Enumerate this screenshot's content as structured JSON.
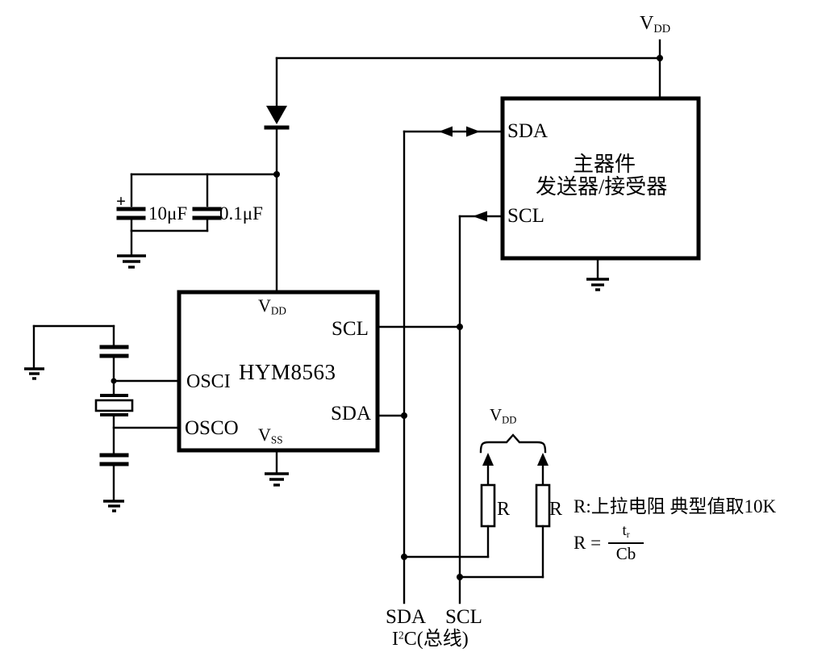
{
  "colors": {
    "line": "#000000",
    "background": "#ffffff"
  },
  "power_rail": {
    "vdd_master": {
      "base": "V",
      "sub": "DD"
    }
  },
  "master_box": {
    "title_line1": "主器件",
    "title_line2": "发送器/接受器",
    "pin_sda": "SDA",
    "pin_scl": "SCL"
  },
  "chip": {
    "name": "HYM8563",
    "pin_vdd": {
      "base": "V",
      "sub": "DD"
    },
    "pin_vss": {
      "base": "V",
      "sub": "SS"
    },
    "pin_scl": "SCL",
    "pin_sda": "SDA",
    "pin_osci": "OSCI",
    "pin_osco": "OSCO"
  },
  "decoupling": {
    "polarity_mark": "+",
    "c1_value": "10μF",
    "c2_value": "0.1μF"
  },
  "pullup": {
    "vdd": {
      "base": "V",
      "sub": "DD"
    },
    "r1_label": "R",
    "r2_label": "R",
    "note": "R:上拉电阻 典型值取10K",
    "formula": {
      "lhs": "R =",
      "num_base": "t",
      "num_sub": "r",
      "den": "Cb"
    }
  },
  "bus": {
    "sda_label": "SDA",
    "scl_label": "SCL",
    "name_base": "I",
    "name_sup": "2",
    "name_rest": "C(总线)"
  }
}
